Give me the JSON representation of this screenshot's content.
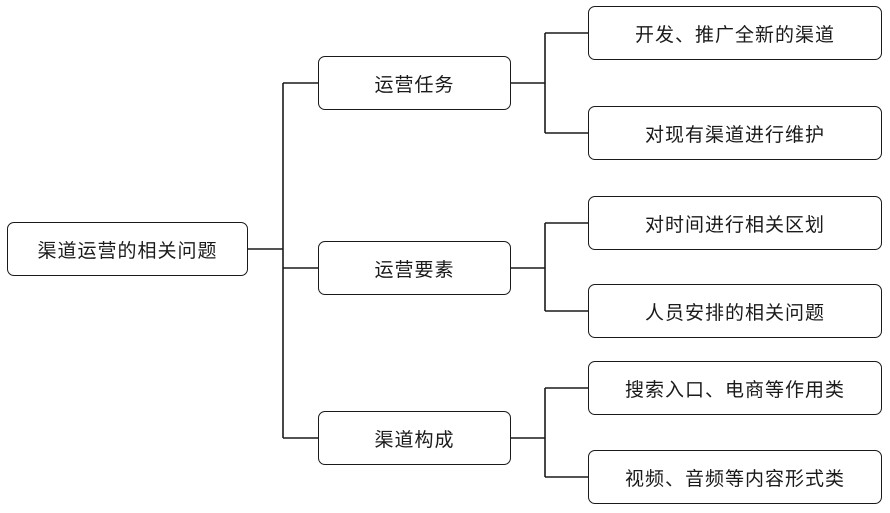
{
  "root": {
    "label": "渠道运营的相关问题"
  },
  "branches": [
    {
      "label": "运营任务",
      "children": [
        "开发、推广全新的渠道",
        "对现有渠道进行维护"
      ]
    },
    {
      "label": "运营要素",
      "children": [
        "对时间进行相关区划",
        "人员安排的相关问题"
      ]
    },
    {
      "label": "渠道构成",
      "children": [
        "搜索入口、电商等作用类",
        "视频、音频等内容形式类"
      ]
    }
  ]
}
